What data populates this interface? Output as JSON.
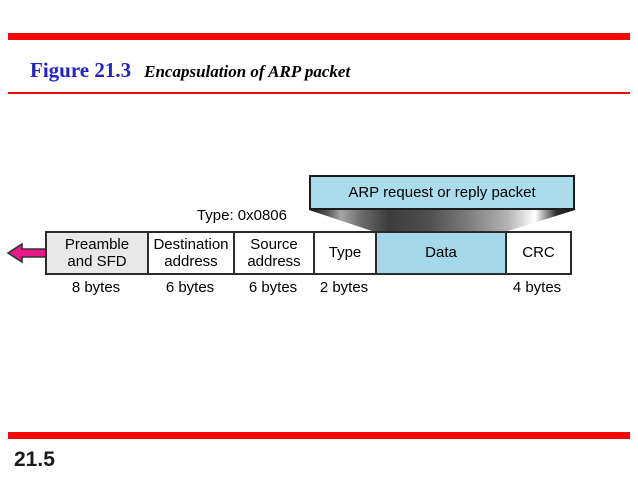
{
  "slide": {
    "figure_label": "Figure 21.3",
    "figure_title": "Encapsulation of ARP packet",
    "page_number": "21.5"
  },
  "diagram": {
    "callout_label": "ARP request or reply packet",
    "type_annotation": "Type: 0x0806",
    "fields": [
      {
        "label": "Preamble\nand SFD",
        "size": "8 bytes"
      },
      {
        "label": "Destination\naddress",
        "size": "6 bytes"
      },
      {
        "label": "Source\naddress",
        "size": "6 bytes"
      },
      {
        "label": "Type",
        "size": "2 bytes"
      },
      {
        "label": "Data",
        "size": ""
      },
      {
        "label": "CRC",
        "size": "4 bytes"
      }
    ],
    "colors": {
      "accent_red": "#f70808",
      "figure_label_blue": "#2222cc",
      "highlight_blue": "#abdcec",
      "data_blue": "#a5d9ea",
      "preamble_gray": "#e8e8e8",
      "arrow_pink": "#ec168b"
    }
  }
}
